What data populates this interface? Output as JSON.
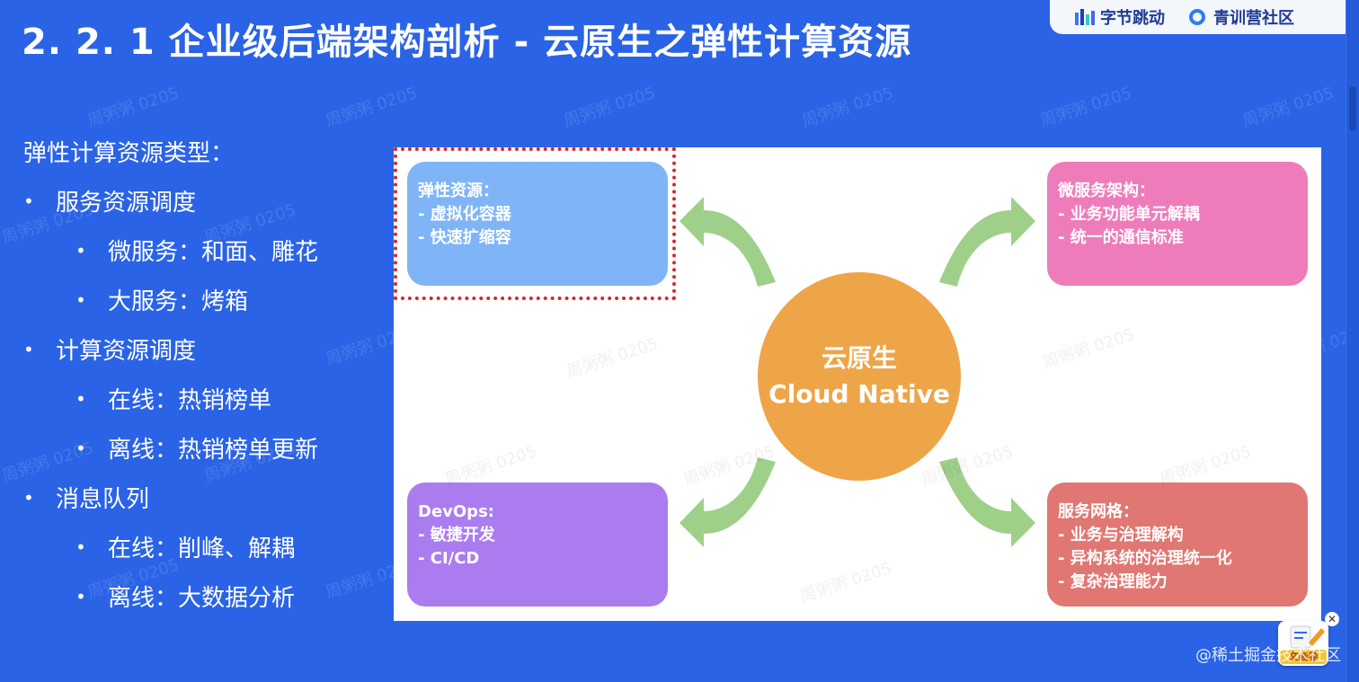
{
  "slide": {
    "title": "2. 2. 1  企业级后端架构剖析 - 云原生之弹性计算资源"
  },
  "brand_bar": {
    "bytedance": "字节跳动",
    "camp": "青训营社区"
  },
  "left_col": {
    "heading": "弹性计算资源类型：",
    "items": [
      {
        "level": 1,
        "text": "服务资源调度"
      },
      {
        "level": 2,
        "text": "微服务：和面、雕花"
      },
      {
        "level": 2,
        "text": "大服务：烤箱"
      },
      {
        "level": 1,
        "text": "计算资源调度"
      },
      {
        "level": 2,
        "text": "在线：热销榜单"
      },
      {
        "level": 2,
        "text": "离线：热销榜单更新"
      },
      {
        "level": 1,
        "text": "消息队列"
      },
      {
        "level": 2,
        "text": "在线：削峰、解耦"
      },
      {
        "level": 2,
        "text": "离线：大数据分析"
      }
    ]
  },
  "diagram": {
    "center": {
      "line1": "云原生",
      "line2": "Cloud Native"
    },
    "cards": {
      "elastic": {
        "title": "弹性资源：",
        "lines": [
          "- 虚拟化容器",
          "- 快速扩缩容"
        ]
      },
      "microservice": {
        "title": "微服务架构：",
        "lines": [
          "- 业务功能单元解耦",
          "- 统一的通信标准"
        ]
      },
      "devops": {
        "title": "DevOps:",
        "lines": [
          "- 敏捷开发",
          "- CI/CD"
        ]
      },
      "mesh": {
        "title": "服务网格：",
        "lines": [
          "- 业务与治理解构",
          "- 异构系统的治理统一化",
          "- 复杂治理能力"
        ]
      }
    },
    "colors": {
      "elastic": "#7fb5f6",
      "microservice": "#ee7cbb",
      "devops": "#ab7cef",
      "mesh": "#e07772",
      "center": "#eea548",
      "arrow": "#9fd08a"
    }
  },
  "watermark": "周粥粥 0205",
  "juejin": {
    "label": "@稀土掘金技术社区",
    "badge": "文画卷"
  }
}
